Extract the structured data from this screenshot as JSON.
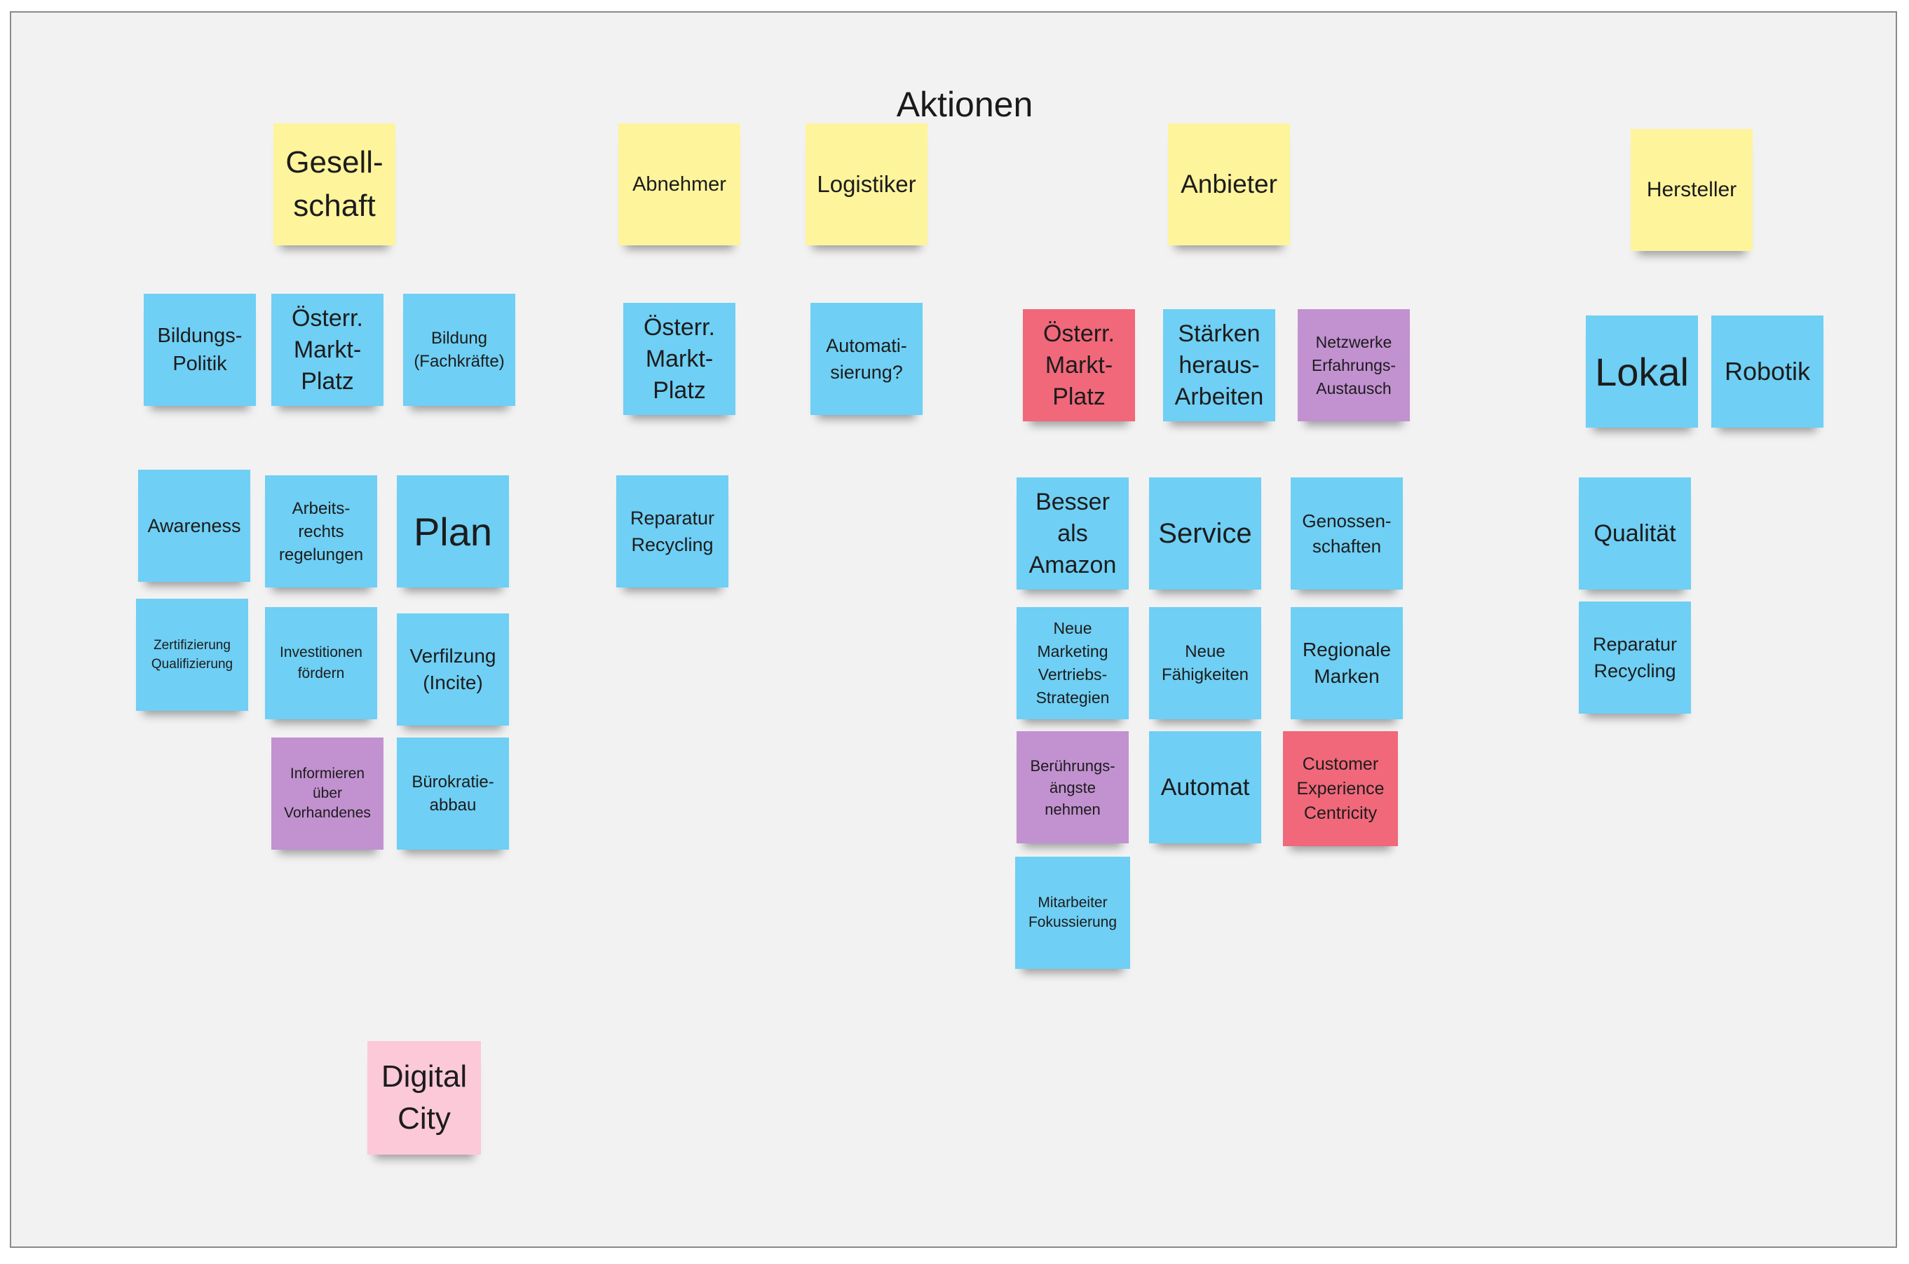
{
  "title": "Aktionen",
  "headers": {
    "gesellschaft": "Gesell-\nschaft",
    "abnehmer": "Abnehmer",
    "logistiker": "Logistiker",
    "anbieter": "Anbieter",
    "hersteller": "Hersteller"
  },
  "notes": {
    "bildungspolitik": "Bildungs-\nPolitik",
    "oesterr_markt_platz_1": "Österr.\nMarkt-\nPlatz",
    "bildung_fachkraefte": "Bildung\n(Fachkräfte)",
    "awareness": "Awareness",
    "arbeitsrecht": "Arbeits-\nrechts\nregelungen",
    "plan": "Plan",
    "zertifizierung": "Zertifizierung\nQualifizierung",
    "investitionen": "Investitionen\nfördern",
    "verfilzung": "Verfilzung\n(Incite)",
    "informieren": "Informieren\nüber\nVorhandenes",
    "buerokratie": "Bürokratie-\nabbau",
    "digital_city": "Digital\nCity",
    "oesterr_markt_platz_2": "Österr.\nMarkt-\nPlatz",
    "reparatur_recycling_1": "Reparatur\nRecycling",
    "automatisierung": "Automati-\nsierung?",
    "oesterr_markt_platz_3": "Österr.\nMarkt-\nPlatz",
    "staerken": "Stärken\nheraus-\nArbeiten",
    "netzwerke": "Netzwerke\nErfahrungs-\nAustausch",
    "besser_als_amazon": "Besser\nals\nAmazon",
    "service": "Service",
    "genossenschaften": "Genossen-\nschaften",
    "neue_marketing": "Neue\nMarketing\nVertriebs-\nStrategien",
    "neue_faehigkeiten": "Neue\nFähigkeiten",
    "regionale_marken": "Regionale\nMarken",
    "beruehrungsaengste": "Berührungs-\nängste\nnehmen",
    "automat": "Automat",
    "customer_experience": "Customer\nExperience\nCentricity",
    "mitarbeiter": "Mitarbeiter\nFokussierung",
    "lokal": "Lokal",
    "robotik": "Robotik",
    "qualitaet": "Qualität",
    "reparatur_recycling_2": "Reparatur\nRecycling"
  },
  "colors": {
    "yellow": "#fef49c",
    "blue": "#6fcff4",
    "red": "#f0687a",
    "purple": "#c291d0",
    "pink": "#fcc9d9",
    "board": "#f2f2f2"
  }
}
